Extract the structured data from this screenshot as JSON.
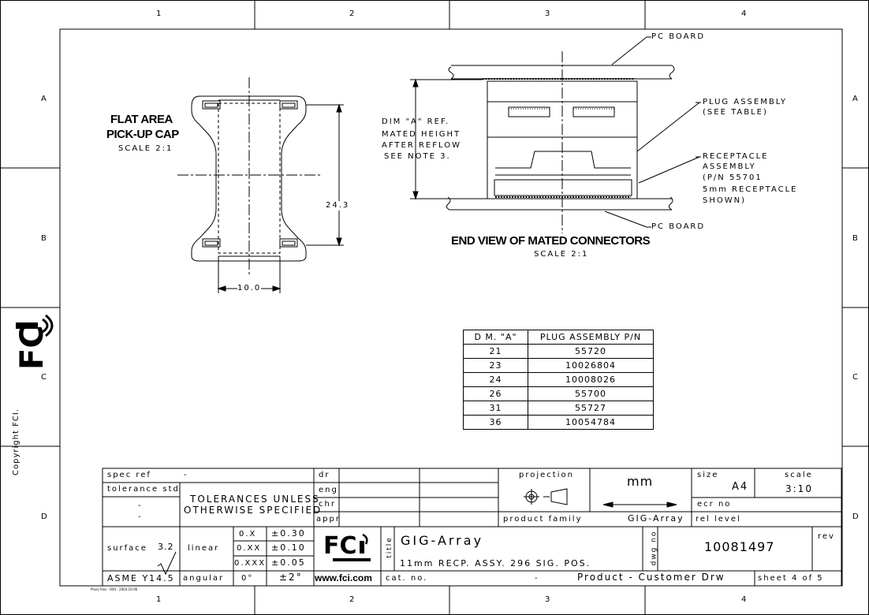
{
  "zones": {
    "columns": [
      "1",
      "2",
      "3",
      "4"
    ],
    "rows": [
      "A",
      "B",
      "C",
      "D"
    ]
  },
  "left_view": {
    "title_line1": "FLAT AREA",
    "title_line2": "PICK-UP CAP",
    "scale": "SCALE  2:1",
    "dim_height": "24.3",
    "dim_width": "10.0"
  },
  "end_view": {
    "title": "END VIEW OF MATED CONNECTORS",
    "scale": "SCALE  2:1",
    "label_pc_board_top": "PC BOARD",
    "label_pc_board_bottom": "PC BOARD",
    "plug_lines": [
      "PLUG ASSEMBLY",
      "(SEE TABLE)"
    ],
    "receptacle_lines": [
      "RECEPTACLE",
      "ASSEMBLY",
      "(P/N 55701",
      "5mm RECEPTACLE",
      "SHOWN)"
    ],
    "dim_lines": [
      "DIM \"A\" REF.",
      "MATED HEIGHT",
      "AFTER REFLOW",
      "SEE NOTE 3."
    ]
  },
  "dim_table": {
    "headers": [
      "D M. \"A\"",
      "PLUG ASSEMBLY P/N"
    ],
    "rows": [
      [
        "21",
        "55720"
      ],
      [
        "23",
        "10026804"
      ],
      [
        "24",
        "10008026"
      ],
      [
        "26",
        "55700"
      ],
      [
        "31",
        "55727"
      ],
      [
        "36",
        "10054784"
      ]
    ]
  },
  "side": {
    "logo": "FCi",
    "copyright": "Copyright FCI."
  },
  "title_block": {
    "spec_ref_label": "spec ref",
    "spec_ref_value": "-",
    "tolerance_std_label": "tolerance std",
    "tolerance_std_values": [
      "-",
      "-"
    ],
    "tolerance_note": [
      "TOLERANCES UNLESS",
      "OTHERWISE SPECIFIED"
    ],
    "surface_label": "surface",
    "surface_value": "3.2",
    "linear_label": "linear",
    "angular_label": "angular",
    "tol_rows": [
      {
        "k": "0.X",
        "v": "±0.30"
      },
      {
        "k": "0.XX",
        "v": "±0.10"
      },
      {
        "k": "0.XXX",
        "v": "±0.05"
      }
    ],
    "angular_k": "0°",
    "angular_v": "±2°",
    "asme": "ASME Y14.5",
    "dr": "dr",
    "eng": "eng",
    "chr": "chr",
    "appr": "appr",
    "projection_label": "projection",
    "units": "mm",
    "size_label": "size",
    "size_value": "A4",
    "scale_label": "scale",
    "scale_value": "3:10",
    "ecr_label": "ecr no",
    "product_family_label": "product family",
    "product_family_value": "GIG-Array",
    "rel_level_label": "rel level",
    "title_label": "title",
    "title_line1": "GIG-Array",
    "title_line2": "11mm  RECP.  ASSY.  296  SIG.  POS.",
    "dwg_no_label": "dwg no",
    "dwg_no": "10081497",
    "rev_label": "rev",
    "website": "www.fci.com",
    "cat_no_label": "cat. no.",
    "cat_no_value": "-",
    "drawing_type": "Product - Customer Drw",
    "sheet": "sheet 4 of 5",
    "logo": "FCi"
  },
  "footer_tiny": "Proe| Files - R04 - 2003-10-06"
}
